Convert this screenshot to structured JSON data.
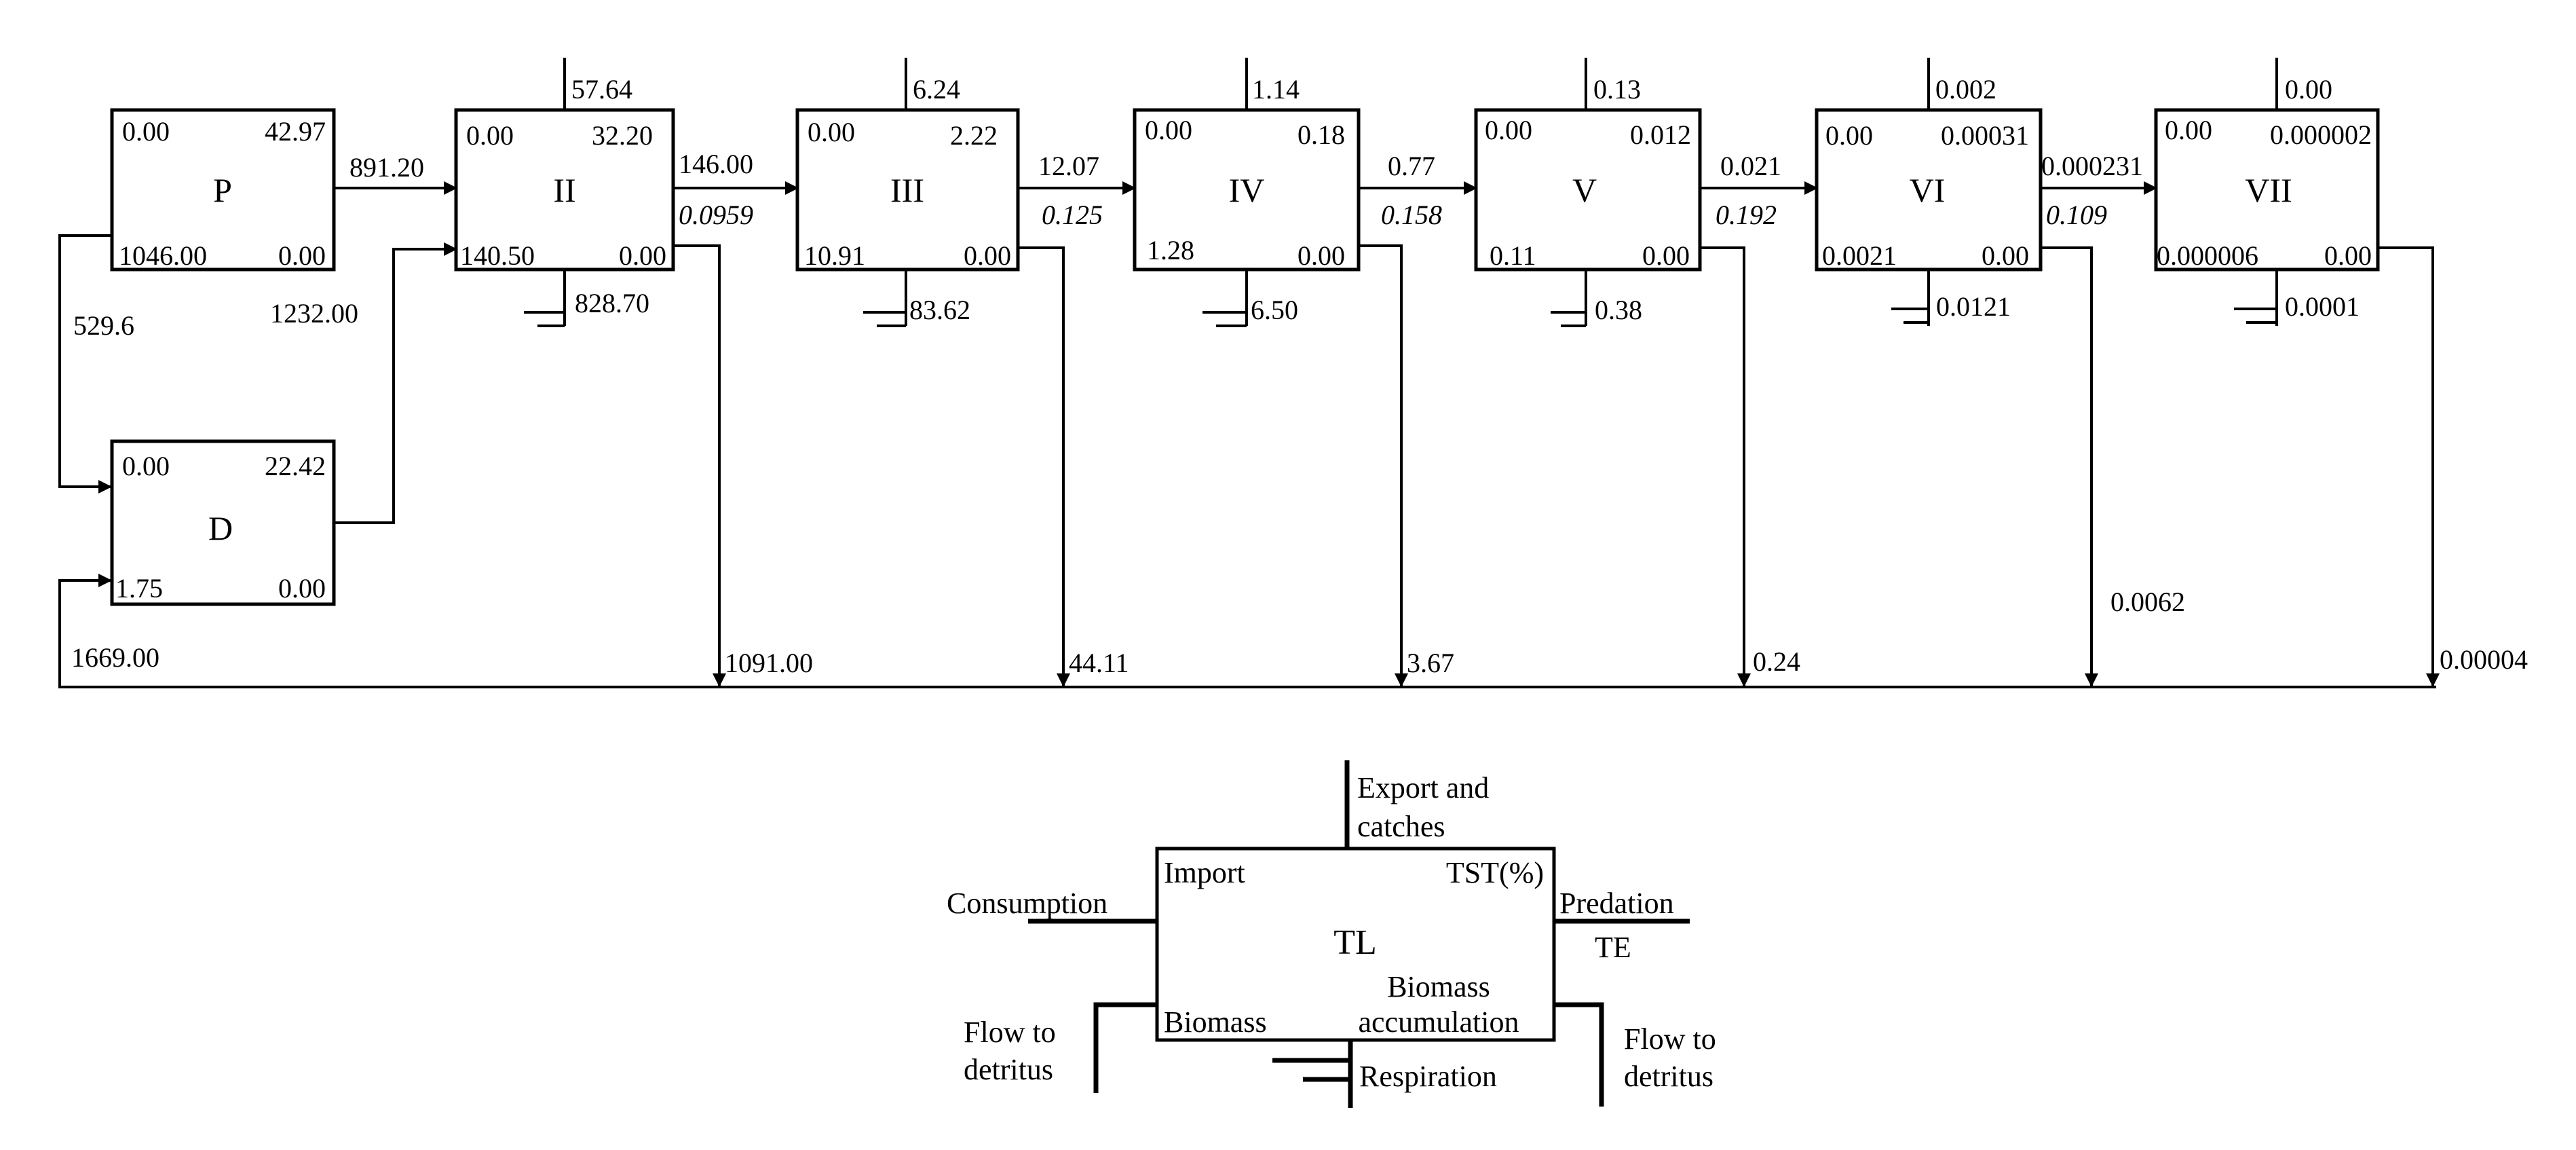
{
  "levels": [
    {
      "name": "P",
      "import": "0.00",
      "tst": "42.97",
      "biomass": "1046.00",
      "accum": "0.00"
    },
    {
      "name": "II",
      "import": "0.00",
      "tst": "32.20",
      "biomass": "140.50",
      "accum": "0.00",
      "export": "57.64",
      "respiration": "828.70",
      "detritus": "1091.00"
    },
    {
      "name": "III",
      "import": "0.00",
      "tst": "2.22",
      "biomass": "10.91",
      "accum": "0.00",
      "export": "6.24",
      "respiration": "83.62",
      "detritus": "44.11"
    },
    {
      "name": "IV",
      "import": "0.00",
      "tst": "0.18",
      "biomass": "1.28",
      "accum": "0.00",
      "export": "1.14",
      "respiration": "6.50",
      "detritus": "3.67"
    },
    {
      "name": "V",
      "import": "0.00",
      "tst": "0.012",
      "biomass": "0.11",
      "accum": "0.00",
      "export": "0.13",
      "respiration": "0.38",
      "detritus": "0.24"
    },
    {
      "name": "VI",
      "import": "0.00",
      "tst": "0.00031",
      "biomass": "0.0021",
      "accum": "0.00",
      "export": "0.002",
      "respiration": "0.0121",
      "detritus": "0.0062"
    },
    {
      "name": "VII",
      "import": "0.00",
      "tst": "0.000002",
      "biomass": "0.000006",
      "accum": "0.00",
      "export": "0.00",
      "respiration": "0.0001",
      "detritus": "0.00004"
    }
  ],
  "detritus_box": {
    "name": "D",
    "import": "0.00",
    "tst": "22.42",
    "biomass": "1.75",
    "accum": "0.00"
  },
  "flows": {
    "p_to_ii": "891.20",
    "p_to_d": "529.6",
    "d_to_ii": "1232.00",
    "to_d_total": "1669.00",
    "between": [
      {
        "flow": "146.00",
        "te": "0.0959"
      },
      {
        "flow": "12.07",
        "te": "0.125"
      },
      {
        "flow": "0.77",
        "te": "0.158"
      },
      {
        "flow": "0.021",
        "te": "0.192"
      },
      {
        "flow": "0.000231",
        "te": "0.109"
      }
    ]
  },
  "legend": {
    "export": "Export and",
    "catches": "catches",
    "import": "Import",
    "tst": "TST(%)",
    "consumption": "Consumption",
    "predation": "Predation",
    "te": "TE",
    "tl": "TL",
    "biomass": "Biomass",
    "accum1": "Biomass",
    "accum2": "accumulation",
    "flow_left1": "Flow to",
    "flow_left2": "detritus",
    "respiration": "Respiration",
    "flow_right1": "Flow to",
    "flow_right2": "detritus"
  }
}
